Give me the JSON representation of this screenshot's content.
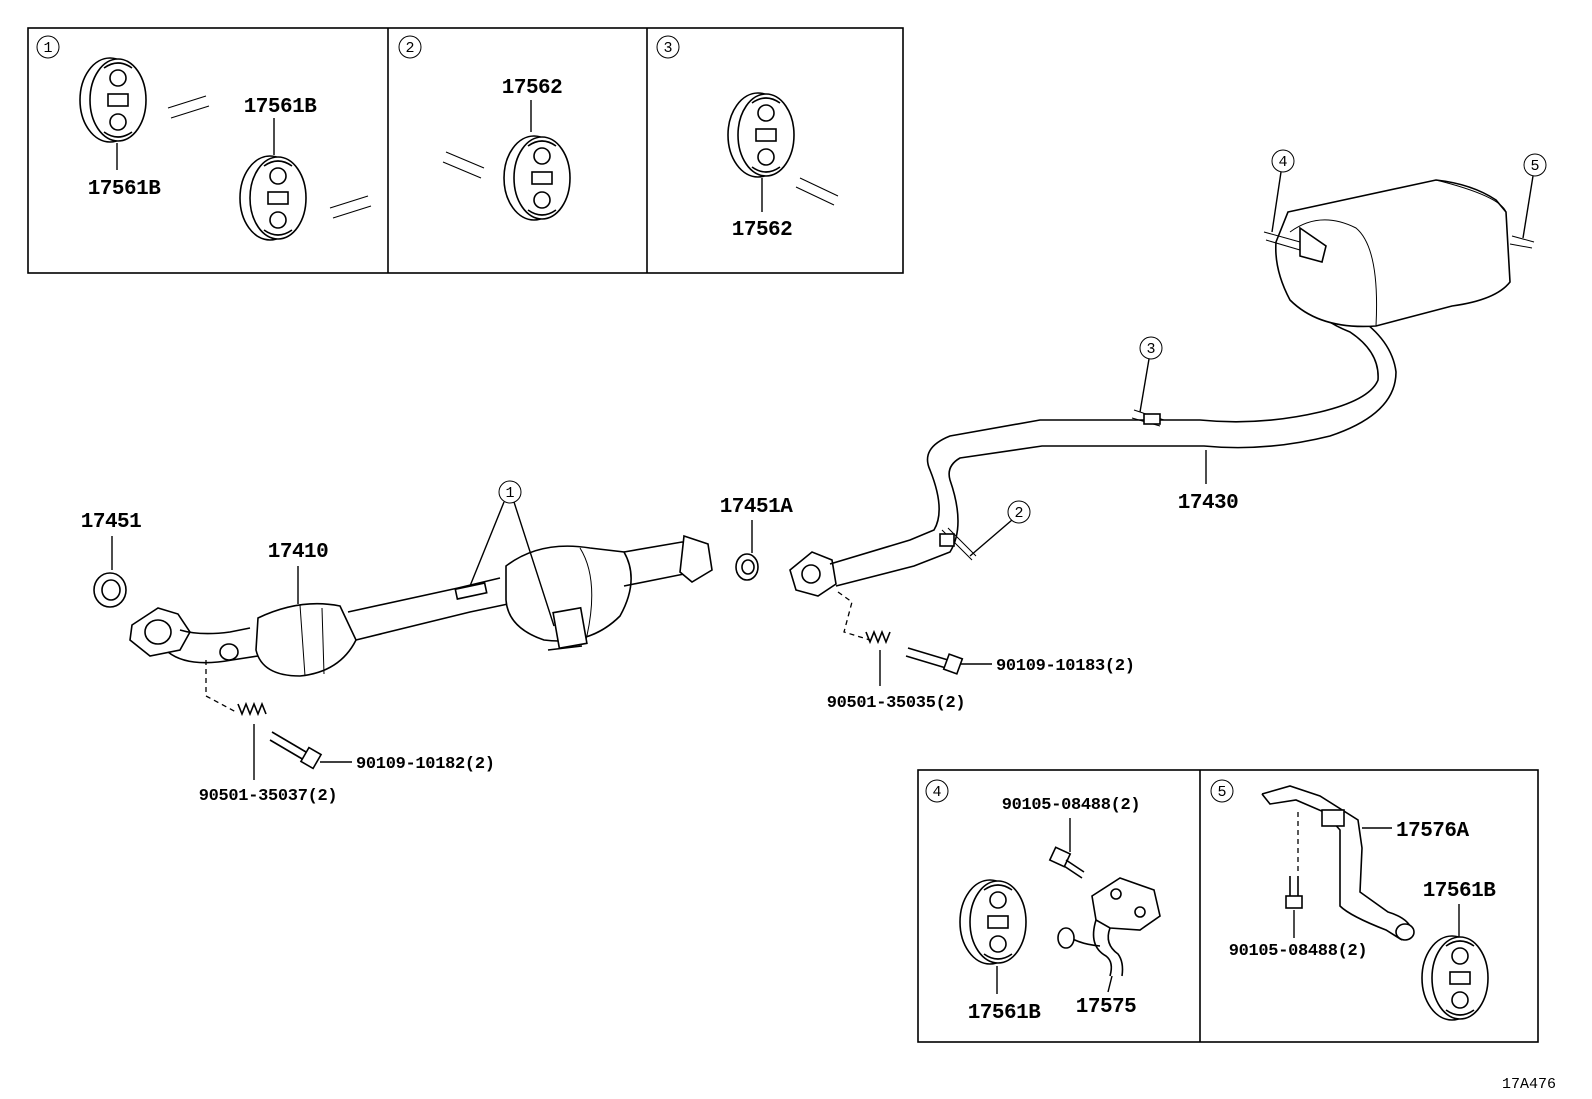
{
  "reference_code": "17A476",
  "inset_numbers": [
    "1",
    "2",
    "3",
    "4",
    "5"
  ],
  "callouts": {
    "c1": "1",
    "c2": "2",
    "c3": "3",
    "c4": "4",
    "c5": "5"
  },
  "parts": {
    "p17451": "17451",
    "p17410": "17410",
    "p17451A": "17451A",
    "p17430": "17430",
    "p90109_10182": "90109-10182(2)",
    "p90501_35037": "90501-35037(2)",
    "p90109_10183": "90109-10183(2)",
    "p90501_35035": "90501-35035(2)"
  },
  "insets": {
    "i1": {
      "a": "17561B",
      "b": "17561B"
    },
    "i2": {
      "a": "17562"
    },
    "i3": {
      "a": "17562"
    },
    "i4": {
      "bolt": "90105-08488(2)",
      "hanger": "17561B",
      "bracket": "17575"
    },
    "i5": {
      "bracket": "17576A",
      "hanger": "17561B",
      "bolt": "90105-08488(2)"
    }
  }
}
